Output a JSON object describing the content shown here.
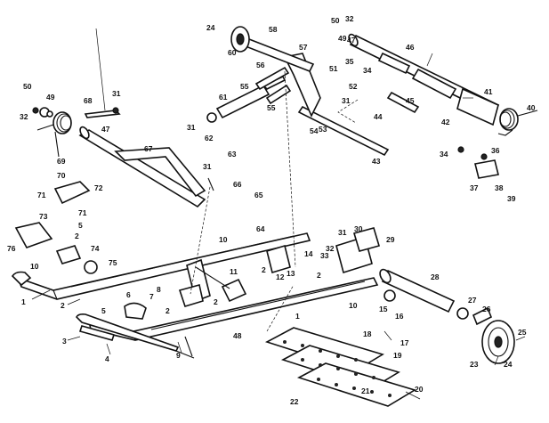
{
  "diagram": {
    "callouts": [
      {
        "id": "c1",
        "text": "1"
      },
      {
        "id": "c1b",
        "text": "1"
      },
      {
        "id": "c2a",
        "text": "2"
      },
      {
        "id": "c2b",
        "text": "2"
      },
      {
        "id": "c2c",
        "text": "2"
      },
      {
        "id": "c2d",
        "text": "2"
      },
      {
        "id": "c2e",
        "text": "2"
      },
      {
        "id": "c2f",
        "text": "2"
      },
      {
        "id": "c3",
        "text": "3"
      },
      {
        "id": "c4",
        "text": "4"
      },
      {
        "id": "c5a",
        "text": "5"
      },
      {
        "id": "c5b",
        "text": "5"
      },
      {
        "id": "c6",
        "text": "6"
      },
      {
        "id": "c7",
        "text": "7"
      },
      {
        "id": "c8",
        "text": "8"
      },
      {
        "id": "c9",
        "text": "9"
      },
      {
        "id": "c10a",
        "text": "10"
      },
      {
        "id": "c10b",
        "text": "10"
      },
      {
        "id": "c10c",
        "text": "10"
      },
      {
        "id": "c11",
        "text": "11"
      },
      {
        "id": "c12",
        "text": "12"
      },
      {
        "id": "c13",
        "text": "13"
      },
      {
        "id": "c14",
        "text": "14"
      },
      {
        "id": "c15",
        "text": "15"
      },
      {
        "id": "c16",
        "text": "16"
      },
      {
        "id": "c17",
        "text": "17"
      },
      {
        "id": "c18",
        "text": "18"
      },
      {
        "id": "c19",
        "text": "19"
      },
      {
        "id": "c20",
        "text": "20"
      },
      {
        "id": "c21",
        "text": "21"
      },
      {
        "id": "c22",
        "text": "22"
      },
      {
        "id": "c23",
        "text": "23"
      },
      {
        "id": "c24a",
        "text": "24"
      },
      {
        "id": "c24b",
        "text": "24"
      },
      {
        "id": "c25",
        "text": "25"
      },
      {
        "id": "c26",
        "text": "26"
      },
      {
        "id": "c27",
        "text": "27"
      },
      {
        "id": "c28",
        "text": "28"
      },
      {
        "id": "c29",
        "text": "29"
      },
      {
        "id": "c30",
        "text": "30"
      },
      {
        "id": "c31a",
        "text": "31"
      },
      {
        "id": "c31b",
        "text": "31"
      },
      {
        "id": "c31c",
        "text": "31"
      },
      {
        "id": "c31d",
        "text": "31"
      },
      {
        "id": "c31e",
        "text": "31"
      },
      {
        "id": "c32a",
        "text": "32"
      },
      {
        "id": "c32b",
        "text": "32"
      },
      {
        "id": "c32c",
        "text": "32"
      },
      {
        "id": "c33",
        "text": "33"
      },
      {
        "id": "c34a",
        "text": "34"
      },
      {
        "id": "c34b",
        "text": "34"
      },
      {
        "id": "c35",
        "text": "35"
      },
      {
        "id": "c36",
        "text": "36"
      },
      {
        "id": "c37",
        "text": "37"
      },
      {
        "id": "c38",
        "text": "38"
      },
      {
        "id": "c39",
        "text": "39"
      },
      {
        "id": "c40",
        "text": "40"
      },
      {
        "id": "c41",
        "text": "41"
      },
      {
        "id": "c42",
        "text": "42"
      },
      {
        "id": "c43",
        "text": "43"
      },
      {
        "id": "c44",
        "text": "44"
      },
      {
        "id": "c45",
        "text": "45"
      },
      {
        "id": "c46",
        "text": "46"
      },
      {
        "id": "c47a",
        "text": "47"
      },
      {
        "id": "c47b",
        "text": "47"
      },
      {
        "id": "c48",
        "text": "48"
      },
      {
        "id": "c49a",
        "text": "49"
      },
      {
        "id": "c49b",
        "text": "49"
      },
      {
        "id": "c50a",
        "text": "50"
      },
      {
        "id": "c50b",
        "text": "50"
      },
      {
        "id": "c51",
        "text": "51"
      },
      {
        "id": "c52",
        "text": "52"
      },
      {
        "id": "c53",
        "text": "53"
      },
      {
        "id": "c54",
        "text": "54"
      },
      {
        "id": "c55a",
        "text": "55"
      },
      {
        "id": "c55b",
        "text": "55"
      },
      {
        "id": "c56",
        "text": "56"
      },
      {
        "id": "c57",
        "text": "57"
      },
      {
        "id": "c58",
        "text": "58"
      },
      {
        "id": "c60",
        "text": "60"
      },
      {
        "id": "c61",
        "text": "61"
      },
      {
        "id": "c62",
        "text": "62"
      },
      {
        "id": "c63",
        "text": "63"
      },
      {
        "id": "c64",
        "text": "64"
      },
      {
        "id": "c65",
        "text": "65"
      },
      {
        "id": "c66",
        "text": "66"
      },
      {
        "id": "c67",
        "text": "67"
      },
      {
        "id": "c68",
        "text": "68"
      },
      {
        "id": "c69",
        "text": "69"
      },
      {
        "id": "c70",
        "text": "70"
      },
      {
        "id": "c71a",
        "text": "71"
      },
      {
        "id": "c71b",
        "text": "71"
      },
      {
        "id": "c72",
        "text": "72"
      },
      {
        "id": "c73",
        "text": "73"
      },
      {
        "id": "c74",
        "text": "74"
      },
      {
        "id": "c75",
        "text": "75"
      },
      {
        "id": "c76",
        "text": "76"
      }
    ]
  }
}
